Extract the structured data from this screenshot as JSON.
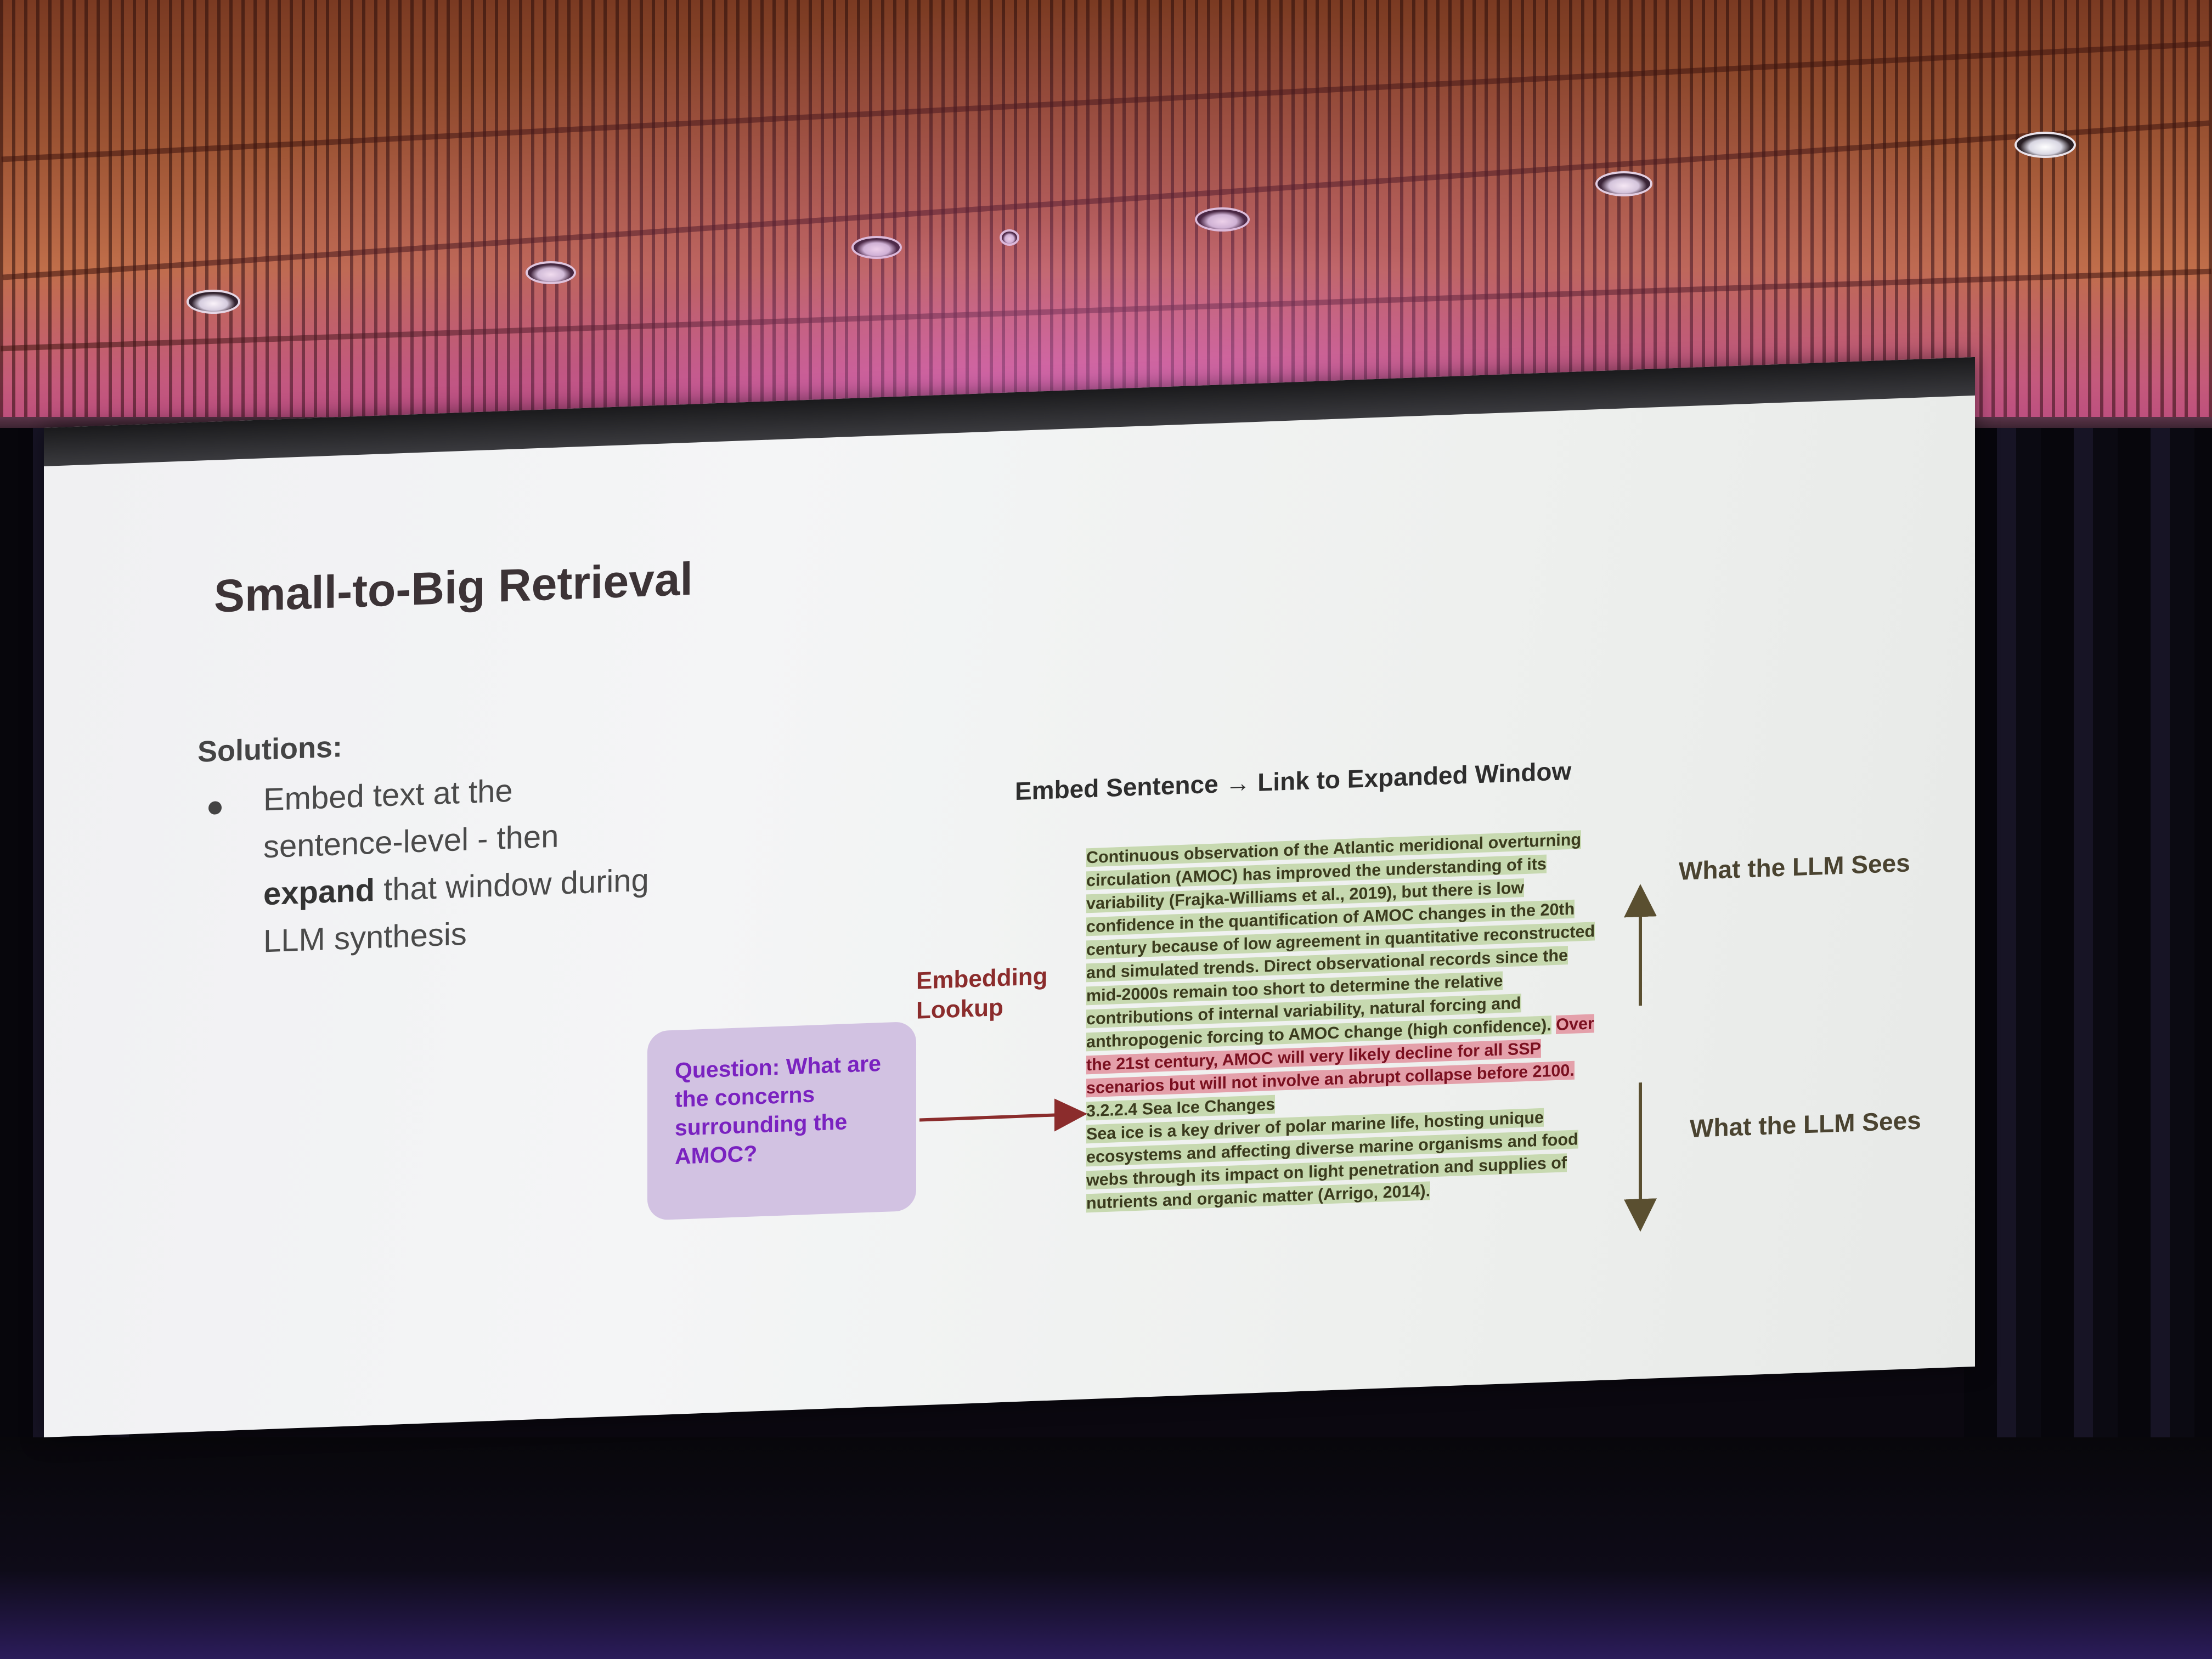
{
  "slide": {
    "title": "Small-to-Big Retrieval",
    "solutions_label": "Solutions:",
    "bullet": {
      "part1": "Embed text at the sentence-level - then",
      "emphasis": "expand",
      "part2": "that window during LLM synthesis"
    },
    "diagram": {
      "header": "Embed Sentence → Link to Expanded Window",
      "embedding_lookup": "Embedding Lookup",
      "question": "Question: What are the concerns surrounding the AMOC?",
      "passage_before": "Continuous observation of the Atlantic meridional overturning circulation (AMOC) has improved the understanding of its variability (Frajka-Williams et  al., 2019), but there is low confidence in the quantification of AMOC changes in the 20th century because of low agreement in quantitative reconstructed and simulated trends. Direct observational records since the mid-2000s remain too short to determine the relative contributions of internal variability, natural forcing and anthropogenic forcing to AMOC change (high confidence).",
      "passage_highlight": "Over the 21st century, AMOC will very likely decline for all SSP scenarios but will not involve an abrupt collapse before 2100.",
      "passage_after": "3.2.2.4 Sea Ice Changes",
      "passage_second": "Sea ice is a key driver of polar marine life, hosting unique ecosystems and affecting diverse marine organisms and food webs through its impact on light penetration and supplies of nutrients and organic matter (Arrigo, 2014).",
      "llm_sees_top": "What the LLM Sees",
      "llm_sees_bottom": "What the LLM Sees"
    }
  },
  "colors": {
    "title": "#3c3336",
    "highlight_green": "#c7d9b0",
    "highlight_red": "#e4a0aa",
    "question_box": "#d2c2e2",
    "question_text": "#7a22c0",
    "embedding_label": "#8b2c2c",
    "arrow": "#8b2c2c",
    "vertical_arrow": "#5a4f30"
  }
}
